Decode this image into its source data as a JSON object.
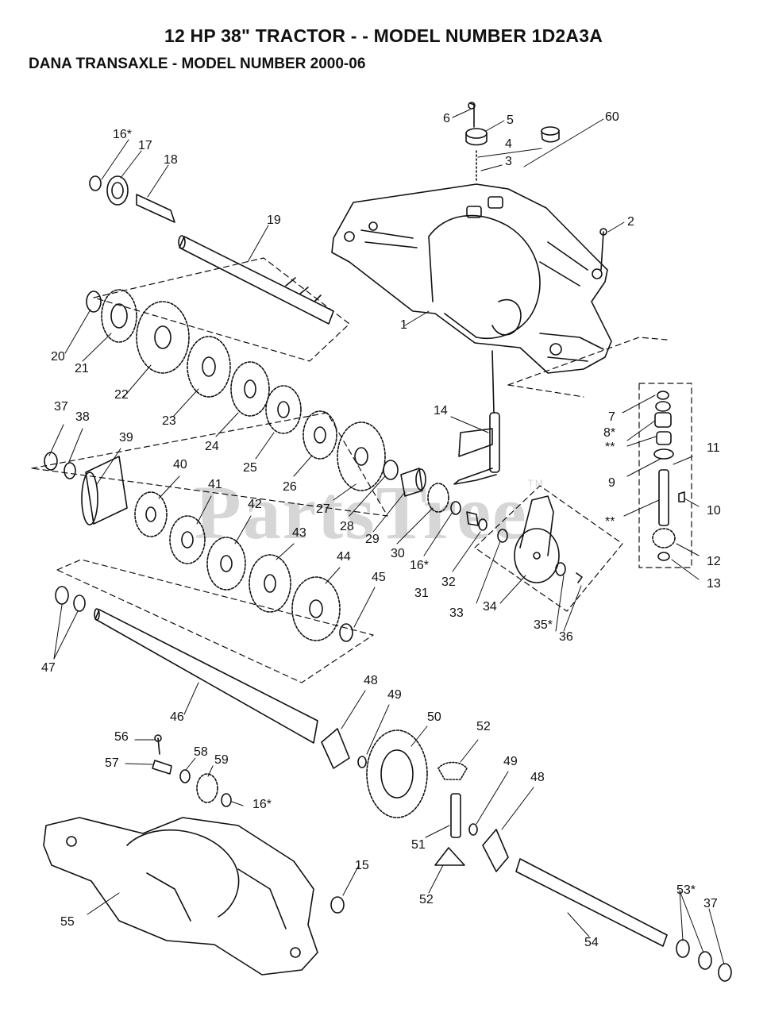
{
  "header": {
    "title": "12 HP 38\" TRACTOR - - MODEL NUMBER 1D2A3A",
    "subtitle": "DANA TRANSAXLE - MODEL NUMBER 2000-06"
  },
  "watermark": {
    "text": "PartsTree",
    "mark": "TM"
  },
  "labels": {
    "p1": "1",
    "p2": "2",
    "p3": "3",
    "p4": "4",
    "p5": "5",
    "p6": "6",
    "p7": "7",
    "p8": "8*",
    "p8b": "**",
    "p9": "9",
    "p10": "10",
    "p11": "11",
    "p11b": "**",
    "p12": "12",
    "p13": "13",
    "p14": "14",
    "p15": "15",
    "p16a": "16*",
    "p16b": "16*",
    "p16c": "16*",
    "p17": "17",
    "p18": "18",
    "p19": "19",
    "p20": "20",
    "p21": "21",
    "p22": "22",
    "p23": "23",
    "p24": "24",
    "p25": "25",
    "p26": "26",
    "p27": "27",
    "p28": "28",
    "p29": "29",
    "p30": "30",
    "p31": "31",
    "p32": "32",
    "p33": "33",
    "p34": "34",
    "p35": "35*",
    "p36": "36",
    "p37a": "37",
    "p37b": "37",
    "p38": "38",
    "p39": "39",
    "p40": "40",
    "p41": "41",
    "p42": "42",
    "p43": "43",
    "p44": "44",
    "p45": "45",
    "p46": "46",
    "p47": "47",
    "p48a": "48",
    "p48b": "48",
    "p49a": "49",
    "p49b": "49",
    "p50": "50",
    "p51": "51",
    "p52a": "52",
    "p52b": "52",
    "p53": "53*",
    "p54": "54",
    "p55": "55",
    "p56": "56",
    "p57": "57",
    "p58": "58",
    "p59": "59",
    "p60": "60"
  },
  "colors": {
    "ink": "#111111",
    "watermark": "#d6d6d6",
    "background": "#ffffff"
  }
}
